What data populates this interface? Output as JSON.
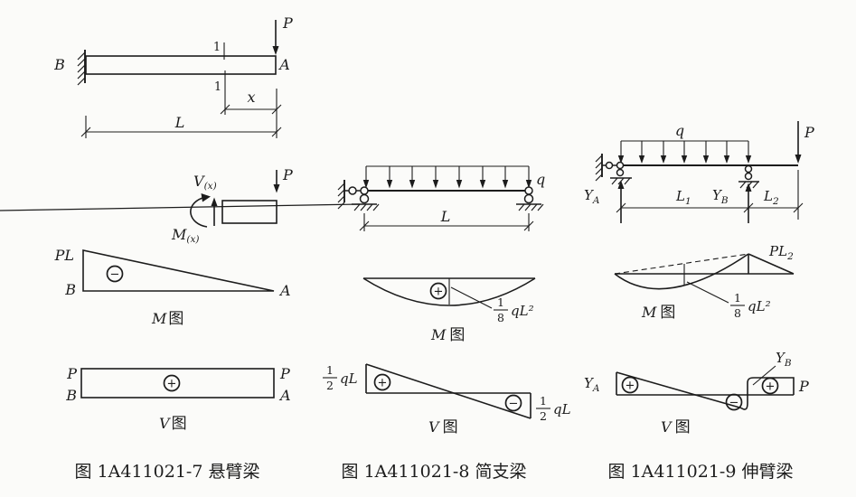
{
  "colors": {
    "background": "#fbfbf9",
    "ink": "#1c1c1c"
  },
  "captions": {
    "cantilever": "图 1A411021-7  悬臂梁",
    "simple": "图 1A411021-8  简支梁",
    "overhanging": "图 1A411021-9  伸臂梁"
  },
  "cantilever": {
    "load_label": "P",
    "left_end": "B",
    "right_end": "A",
    "section_top": "1",
    "section_bottom": "1",
    "dim_x": "x",
    "dim_length": "L",
    "fbd": {
      "shear": "V",
      "shear_sub": "(x)",
      "moment": "M",
      "moment_sub": "(x)",
      "load": "P"
    },
    "moment_diagram": {
      "peak": "PL",
      "left_end": "B",
      "right_end": "A",
      "sign": "−",
      "title_var": "M",
      "title_tu": "图"
    },
    "shear_diagram": {
      "left_value": "P",
      "right_value": "P",
      "left_end": "B",
      "right_end": "A",
      "sign": "+",
      "title_var": "V",
      "title_tu": "图"
    }
  },
  "simple": {
    "load_label": "q",
    "dim_length": "L",
    "moment_diagram": {
      "sign": "+",
      "frac_num": "1",
      "frac_den": "8",
      "frac_rest": "qL²",
      "title_var": "M",
      "title_tu": "图"
    },
    "shear_diagram": {
      "left_frac_num": "1",
      "left_frac_den": "2",
      "left_frac_rest": "qL",
      "right_frac_num": "1",
      "right_frac_den": "2",
      "right_frac_rest": "qL",
      "sign_left": "+",
      "sign_right": "−",
      "title_var": "V",
      "title_tu": "图"
    }
  },
  "overhanging": {
    "load_q": "q",
    "load_p": "P",
    "reaction_a": "Y",
    "reaction_a_sub": "A",
    "reaction_b": "Y",
    "reaction_b_sub": "B",
    "dim_l1": "L",
    "dim_l1_sub": "1",
    "dim_l2": "L",
    "dim_l2_sub": "2",
    "moment_diagram": {
      "peak": "PL",
      "peak_sub": "2",
      "frac_num": "1",
      "frac_den": "8",
      "frac_rest": "qL²",
      "title_var": "M",
      "title_tu": "图"
    },
    "shear_diagram": {
      "left_label": "Y",
      "left_label_sub": "A",
      "jump_label": "Y",
      "jump_label_sub": "B",
      "right_label": "P",
      "sign_left": "+",
      "sign_mid": "−",
      "sign_right": "+",
      "title_var": "V",
      "title_tu": "图"
    }
  }
}
